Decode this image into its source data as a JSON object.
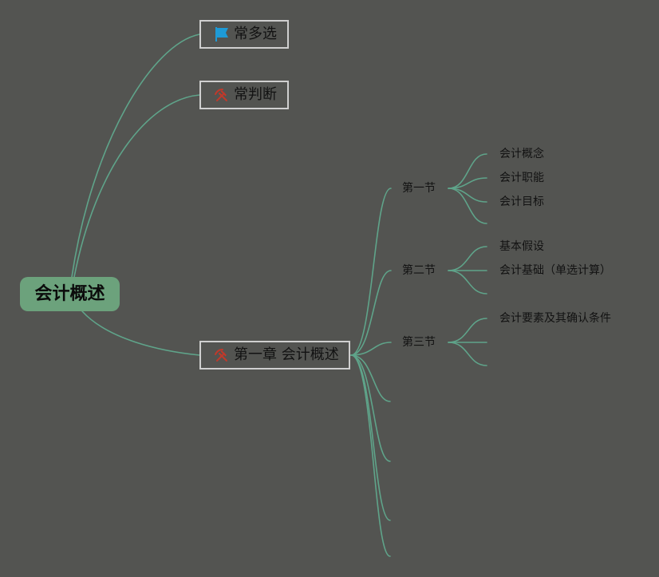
{
  "colors": {
    "background": "#535451",
    "line": "#5fa48a",
    "root_fill": "#6ca27c",
    "box_border": "#cfcfcf",
    "flag_icon": "#1e9ad6",
    "tools_icon": "#c0392b",
    "text": "#121212"
  },
  "root": {
    "label": "会计概述"
  },
  "branches": [
    {
      "label": "常多选",
      "icon": "flag-icon"
    },
    {
      "label": "常判断",
      "icon": "tools-icon"
    },
    {
      "label": "第一章 会计概述",
      "icon": "tools-icon"
    }
  ],
  "sections": [
    {
      "label": "第一节",
      "topics": [
        "会计概念",
        "会计职能",
        "会计目标"
      ]
    },
    {
      "label": "第二节",
      "topics": [
        "基本假设",
        "会计基础（单选计算）"
      ]
    },
    {
      "label": "第三节",
      "topics": [
        "会计要素及其确认条件"
      ]
    }
  ]
}
